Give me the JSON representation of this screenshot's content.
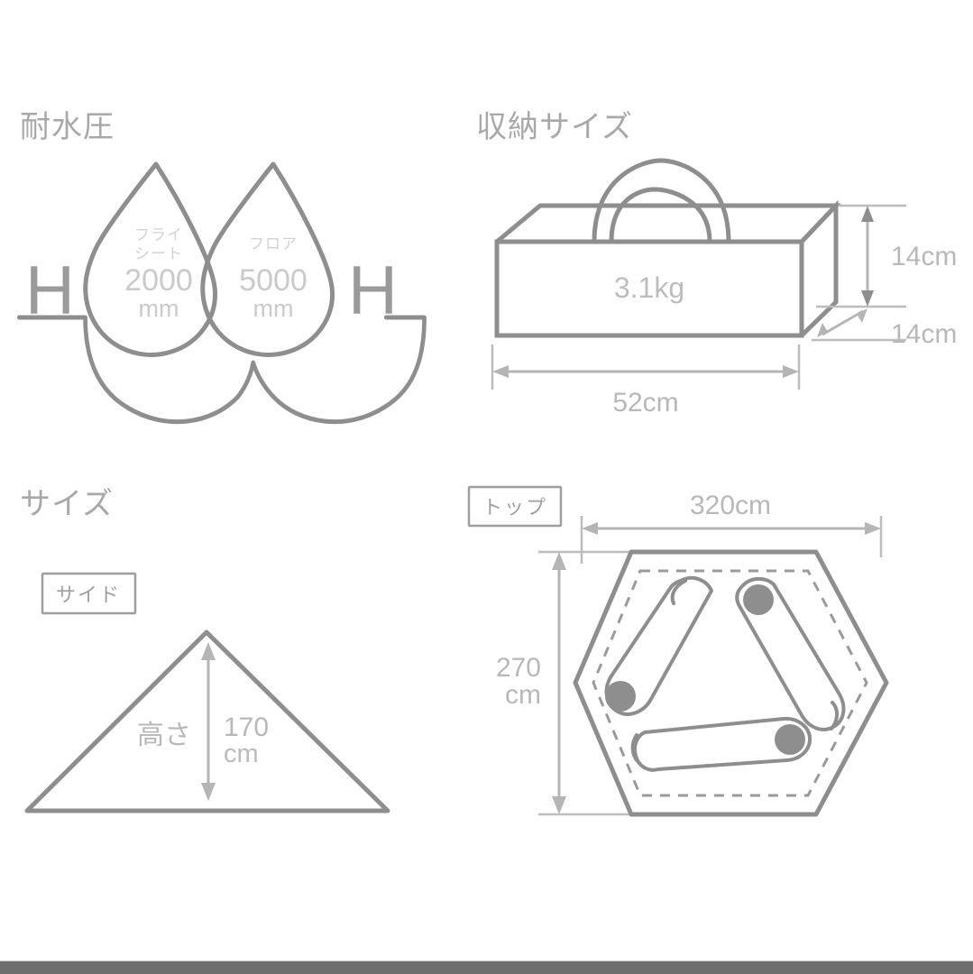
{
  "page": {
    "title": "Tent specification diagram",
    "background_color": "#ffffff",
    "line_color": "#8e8e8e",
    "text_color": "#b5b5b5",
    "bottom_bar_color": "#6e6e6e"
  },
  "sections": {
    "water_pressure": {
      "heading": "耐水圧",
      "h_left": "H",
      "h_right": "H",
      "droplets": [
        {
          "kana_line1": "フライ",
          "kana_line2": "シート",
          "value": "2000",
          "unit": "mm"
        },
        {
          "kana_line1": "フロア",
          "kana_line2": "",
          "value": "5000",
          "unit": "mm"
        }
      ]
    },
    "storage_size": {
      "heading": "収納サイズ",
      "weight": "3.1kg",
      "height_label": "14cm",
      "depth_label": "14cm",
      "width_label": "52cm"
    },
    "size": {
      "heading": "サイズ",
      "side_view": {
        "tag": "サイド",
        "height_word": "高さ",
        "height_value": "170",
        "height_unit": "cm"
      },
      "top_view": {
        "tag": "トップ",
        "width_label": "320cm",
        "depth_value": "270",
        "depth_unit": "cm",
        "sleeping_bag_count": 3
      }
    }
  }
}
